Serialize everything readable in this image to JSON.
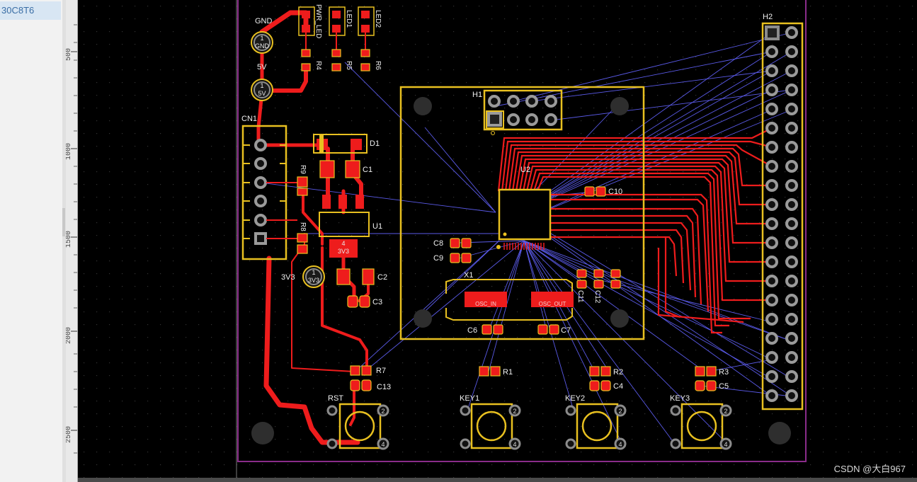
{
  "sidebar": {
    "item_label": "30C8T6"
  },
  "ruler": {
    "ticks": [
      "500",
      "1000",
      "1500",
      "2000",
      "2500"
    ]
  },
  "pcb": {
    "labels": {
      "h2": "H2",
      "h1": "H1",
      "u2": "U2",
      "u1": "U1",
      "x1": "X1",
      "cn1": "CN1",
      "d1": "D1",
      "c1": "C1",
      "c2": "C2",
      "c3": "C3",
      "c4": "C4",
      "c5": "C5",
      "c6": "C6",
      "c7": "C7",
      "c8": "C8",
      "c9": "C9",
      "c10": "C10",
      "c11": "C11",
      "c12": "C12",
      "c13": "C13",
      "r1": "R1",
      "r2": "R2",
      "r3": "R3",
      "r4": "R4",
      "r5": "R5",
      "r6": "R6",
      "r7": "R7",
      "r8": "R8",
      "r9": "R9",
      "pwr_led": "PWR_LED",
      "led1": "LED1",
      "led2": "LED2",
      "gnd": "GND",
      "v5": "5V",
      "v33": "3V3",
      "rst": "RST",
      "key1": "KEY1",
      "key2": "KEY2",
      "key3": "KEY3",
      "osc_in": "OSC_IN",
      "osc_out": "OSC_OUT"
    },
    "pads": {
      "one": "1",
      "two": "2",
      "four": "4",
      "gnd_net": "GND",
      "v5_net": "5V",
      "v33_net": "3V3",
      "u1_pin4": "4",
      "u1_net": "3V3"
    },
    "colors": {
      "copper": "#ee1c1c",
      "silk": "#e8c020",
      "ratsnest": "#5a5ae8",
      "pad": "#8c8c8c",
      "outline": "#8a2c8a"
    }
  },
  "watermark": "CSDN @大白967"
}
